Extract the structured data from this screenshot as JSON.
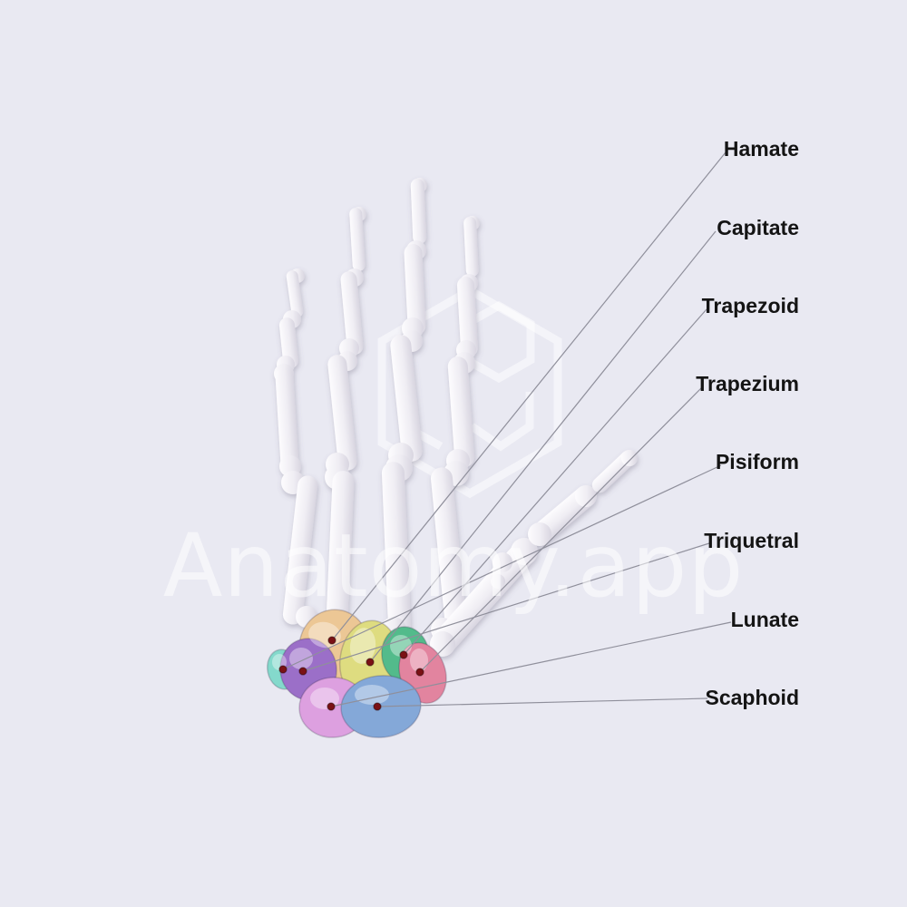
{
  "canvas": {
    "background_color": "#e9e9f2"
  },
  "watermark": {
    "text": "Anatomy.app",
    "logo_icon": "hexagon-logo",
    "color": "#ffffff"
  },
  "diagram": {
    "type": "labeled-anatomy-illustration",
    "leader_line_color": "#8f8f9b",
    "marker_color": "#7a1115",
    "bone_color": "#f1eff4",
    "bones": [
      {
        "label": "Hamate",
        "color": "#ecc795"
      },
      {
        "label": "Capitate",
        "color": "#dedc80"
      },
      {
        "label": "Trapezoid",
        "color": "#53bb8b"
      },
      {
        "label": "Trapezium",
        "color": "#e2849f"
      },
      {
        "label": "Pisiform",
        "color": "#84d9cc"
      },
      {
        "label": "Triquetral",
        "color": "#9b6fc8"
      },
      {
        "label": "Lunate",
        "color": "#dda0e0"
      },
      {
        "label": "Scaphoid",
        "color": "#84a8d8"
      }
    ]
  }
}
